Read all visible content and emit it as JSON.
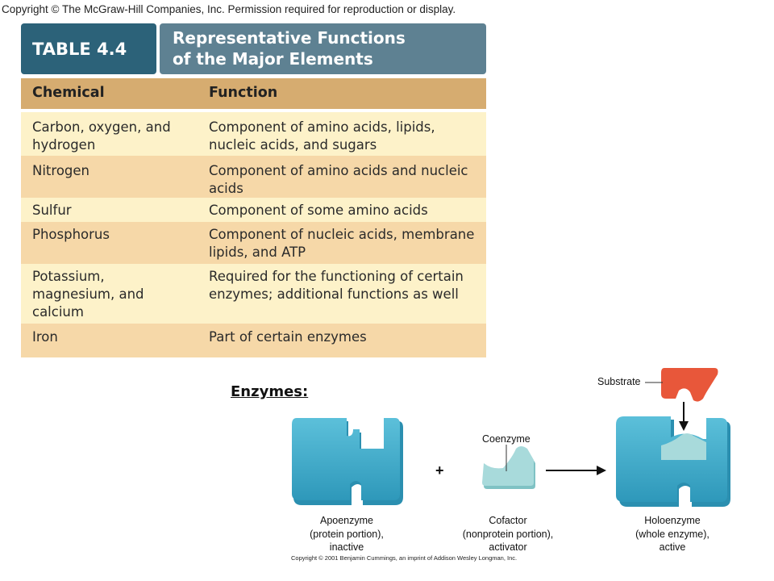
{
  "copyright_top": "Copyright © The McGraw-Hill Companies, Inc. Permission required for reproduction or display.",
  "table": {
    "tag": "TABLE 4.4",
    "title_line1": "Representative Functions",
    "title_line2": "of the Major Elements",
    "headers": {
      "chemical": "Chemical",
      "function": "Function"
    },
    "rows": [
      {
        "chemical": [
          "Carbon, oxygen, and",
          "hydrogen"
        ],
        "function": [
          "Component of amino acids, lipids,",
          "nucleic acids, and sugars"
        ]
      },
      {
        "chemical": [
          "Nitrogen"
        ],
        "function": [
          "Component of amino acids and nucleic",
          "acids"
        ]
      },
      {
        "chemical": [
          "Sulfur"
        ],
        "function": [
          "Component of some amino acids"
        ]
      },
      {
        "chemical": [
          "Phosphorus"
        ],
        "function": [
          "Component of nucleic acids, membrane",
          "lipids, and ATP"
        ]
      },
      {
        "chemical": [
          "Potassium,",
          "magnesium, and",
          "calcium"
        ],
        "function": [
          "Required for the functioning of certain",
          "enzymes; additional functions as well"
        ]
      },
      {
        "chemical": [
          "Iron"
        ],
        "function": [
          "Part of certain enzymes"
        ]
      }
    ]
  },
  "enzymes": {
    "heading": "Enzymes:",
    "substrate": "Substrate",
    "coenzyme": "Coenzyme",
    "plus": "+",
    "apoenzyme": [
      "Apoenzyme",
      "(protein portion),",
      "inactive"
    ],
    "cofactor": [
      "Cofactor",
      "(nonprotein portion),",
      "activator"
    ],
    "holoenzyme": [
      "Holoenzyme",
      "(whole enzyme),",
      "active"
    ],
    "copyright": "Copyright © 2001 Benjamin Cummings, an imprint of Addison Wesley Longman, Inc.",
    "colors": {
      "protein": "#3aa8c8",
      "cofactor": "#a7d8d8",
      "substrate": "#e8573a"
    }
  }
}
